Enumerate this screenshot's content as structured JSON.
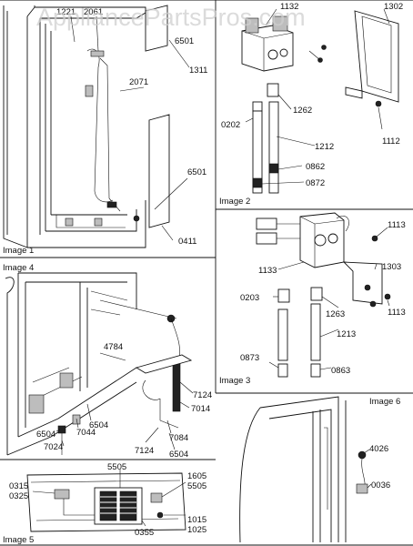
{
  "watermark": "AppliancePartsPros.com",
  "panels": {
    "image1": {
      "caption": "Image 1",
      "parts": [
        "1221",
        "2061",
        "6501",
        "1311",
        "2071",
        "6501",
        "0411"
      ]
    },
    "image2": {
      "caption": "Image 2",
      "parts": [
        "1132",
        "1302",
        "0202",
        "1262",
        "1212",
        "0862",
        "0872",
        "1112"
      ]
    },
    "image3": {
      "caption": "Image 3",
      "parts": [
        "1113",
        "1303",
        "1133",
        "0203",
        "1263",
        "1113",
        "1213",
        "0873",
        "0863"
      ]
    },
    "image4": {
      "caption": "Image 4",
      "parts": [
        "4784",
        "7124",
        "7014",
        "6504",
        "7044",
        "6504",
        "7024",
        "7084",
        "7124",
        "6504"
      ]
    },
    "image5": {
      "caption": "Image 5",
      "parts": [
        "5505",
        "0315",
        "0325",
        "1605",
        "5505",
        "0355",
        "1015",
        "1025"
      ]
    },
    "image6": {
      "caption": "Image 6",
      "parts": [
        "4026",
        "0036"
      ]
    }
  }
}
